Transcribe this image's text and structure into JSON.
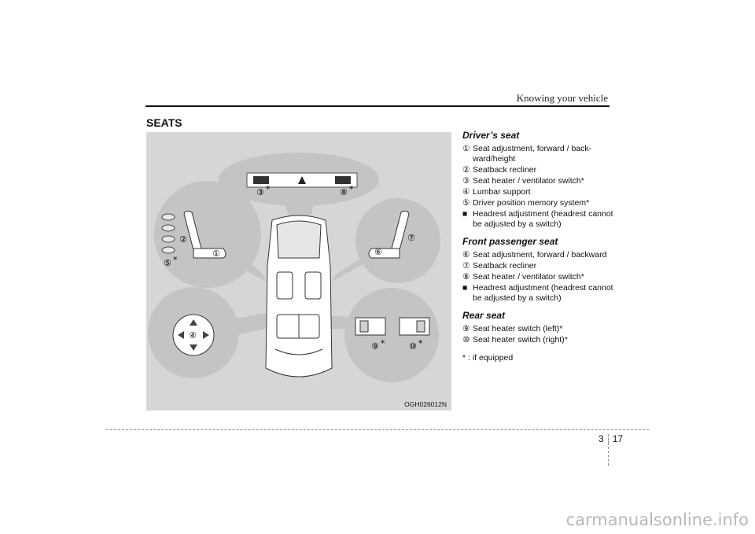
{
  "header": {
    "title": "Knowing your vehicle"
  },
  "section": {
    "title": "SEATS"
  },
  "figure": {
    "code": "OGH026012N",
    "callouts": [
      "②",
      "①",
      "⑤",
      "⑥",
      "⑦",
      "③",
      "⑧",
      "④",
      "⑨",
      "⑩"
    ],
    "asterisk": "*"
  },
  "drivers_seat": {
    "title": "Driver’s seat",
    "items": [
      {
        "num": "①",
        "text": "Seat adjustment, forward / back-ward/height"
      },
      {
        "num": "②",
        "text": "Seatback recliner"
      },
      {
        "num": "③",
        "text": "Seat heater / ventilator switch*"
      },
      {
        "num": "④",
        "text": "Lumbar support"
      },
      {
        "num": "⑤",
        "text": "Driver position memory system*"
      },
      {
        "num": "■",
        "text": "Headrest adjustment (headrest cannot be adjusted by a switch)"
      }
    ]
  },
  "passenger_seat": {
    "title": "Front passenger seat",
    "items": [
      {
        "num": "⑥",
        "text": "Seat adjustment, forward / backward"
      },
      {
        "num": "⑦",
        "text": "Seatback recliner"
      },
      {
        "num": "⑧",
        "text": "Seat heater / ventilator switch*"
      },
      {
        "num": "■",
        "text": "Headrest adjustment (headrest cannot be adjusted by a switch)"
      }
    ]
  },
  "rear_seat": {
    "title": "Rear seat",
    "items": [
      {
        "num": "⑨",
        "text": "Seat heater switch (left)*"
      },
      {
        "num": "⑩",
        "text": "Seat heater switch (right)*"
      }
    ]
  },
  "footnote": "* : if equipped",
  "page": {
    "chapter": "3",
    "number": "17"
  },
  "watermark": "carmanualsonline.info"
}
